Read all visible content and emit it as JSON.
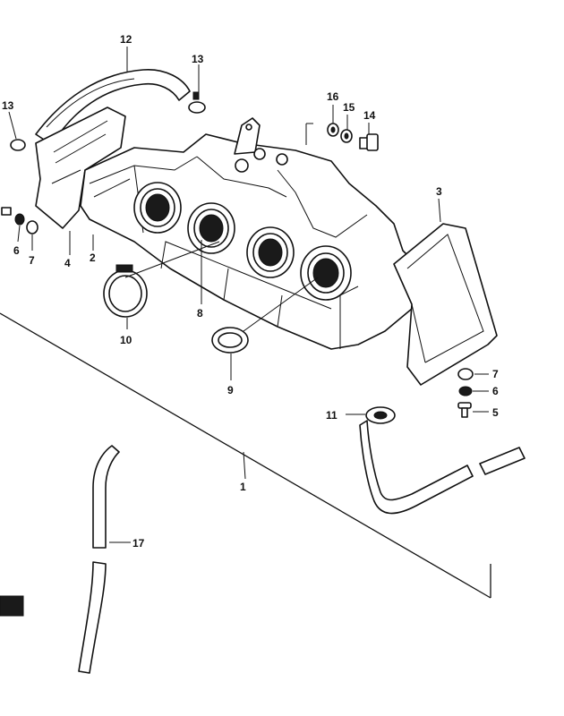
{
  "diagram": {
    "callouts": {
      "c1": "1",
      "c2": "2",
      "c3": "3",
      "c4": "4",
      "c5": "5",
      "c6_left": "6",
      "c6_right": "6",
      "c7_left": "7",
      "c7_right": "7",
      "c8": "8",
      "c9": "9",
      "c10": "10",
      "c11": "11",
      "c12": "12",
      "c13_top": "13",
      "c13_left": "13",
      "c14": "14",
      "c15": "15",
      "c16": "16",
      "c17": "17"
    }
  }
}
